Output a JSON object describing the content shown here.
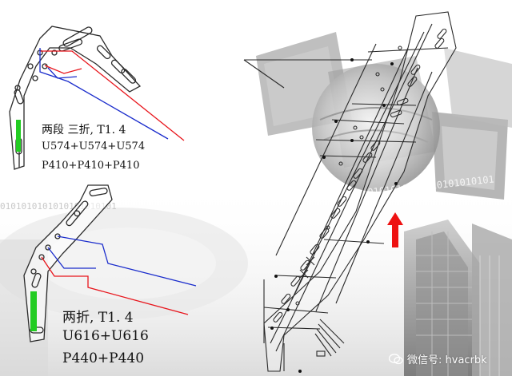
{
  "labels": {
    "top_line1": "两段 三折, T1. 4",
    "top_line2": "U574+U574+U574",
    "top_line3": "P410+P410+P410",
    "bottom_line1": "两折, T1. 4",
    "bottom_line2": "U616+U616",
    "bottom_line3": "P440+P440"
  },
  "watermark": {
    "text": "微信号: hvacrbk",
    "icon": "wechat-icon"
  },
  "background": {
    "binary_text": "0101010101010101010101"
  },
  "colors": {
    "red_line": "#e8141b",
    "blue_line": "#1a2ccc",
    "green_marker": "#22cc22",
    "arrow": "#ee1111",
    "drawing": "#2a2a2a"
  }
}
